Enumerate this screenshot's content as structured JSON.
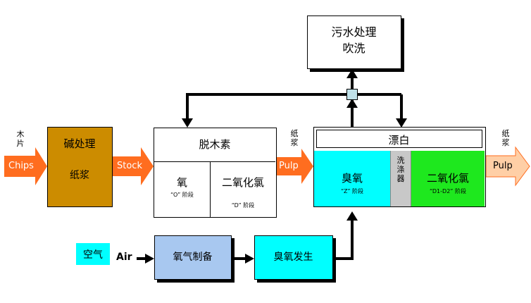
{
  "wastewater": {
    "line1": "污水处理",
    "line2": "吹洗"
  },
  "inputs": {
    "chips_cn": "木片",
    "chips_en": "Chips",
    "air_cn": "空气",
    "air_en": "Air"
  },
  "alkali": {
    "line1": "碱处理",
    "line2": "纸浆"
  },
  "stock": "Stock",
  "delignification": {
    "title": "脱木素",
    "oxygen": "氧",
    "oxygen_stage": "“O” 阶段",
    "chlorine_dioxide": "二氧化氯",
    "chlorine_dioxide_stage": "“D” 阶段"
  },
  "pulp_mid": {
    "cn": "纸浆",
    "en": "Pulp"
  },
  "bleaching": {
    "title": "漂白",
    "ozone": "臭氧",
    "ozone_stage": "“Z” 阶段",
    "washer": "洗涤器",
    "chlorine_dioxide": "二氧化氯",
    "chlorine_dioxide_stage": "“D1-D2” 阶段"
  },
  "pulp_out": {
    "cn": "纸浆",
    "en": "Pulp"
  },
  "oxygen_prep": "氧气制备",
  "ozone_gen": "臭氧发生",
  "colors": {
    "orange": "#ff6d1f",
    "brown": "#cc8c00",
    "cyan": "#00ffff",
    "green": "#1ee81e",
    "light_blue": "#a8c8f0",
    "peach": "#ffcfa6",
    "gray": "#c8c8c8",
    "node": "#bfe0e8"
  }
}
